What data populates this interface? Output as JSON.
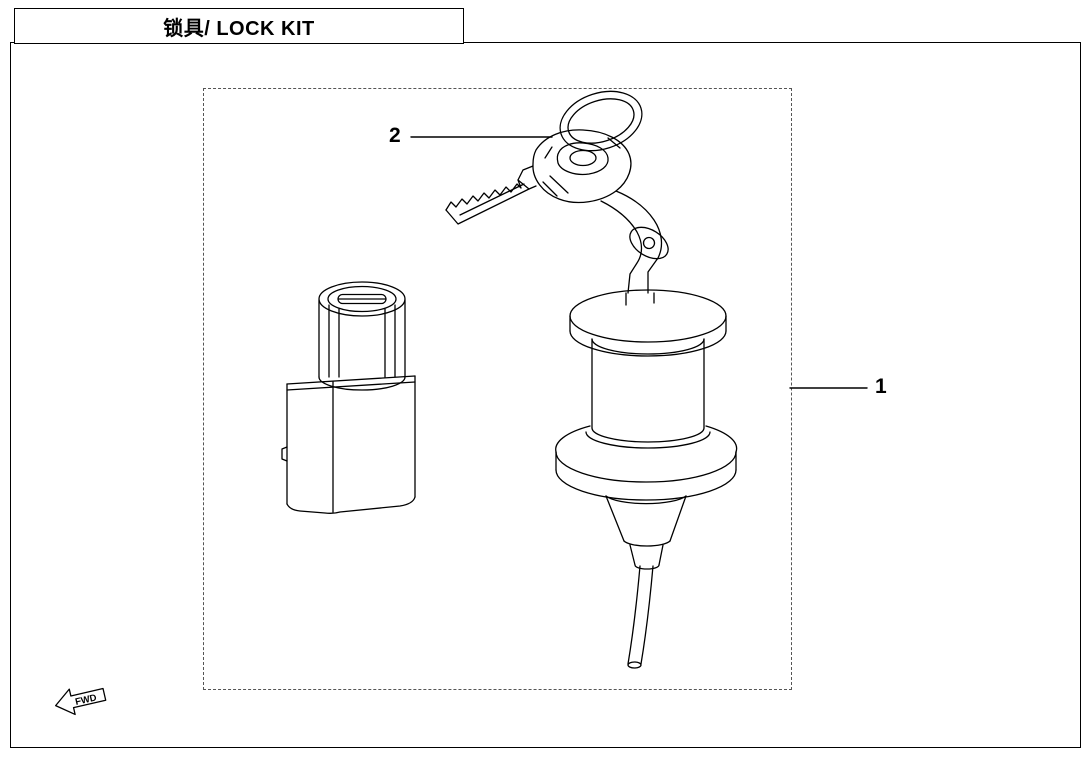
{
  "header": {
    "title": "锁具/ LOCK KIT"
  },
  "callouts": [
    {
      "label": "1"
    },
    {
      "label": "2"
    }
  ],
  "footer": {
    "fwd_label": "FWD"
  },
  "diagram": {
    "boundary_style": "dashed",
    "parts": [
      {
        "callout": "1",
        "name": "ignition-lock-assembly"
      },
      {
        "callout": "2",
        "name": "key-with-ring"
      }
    ]
  },
  "colors": {
    "line": "#000000",
    "background": "#ffffff"
  }
}
